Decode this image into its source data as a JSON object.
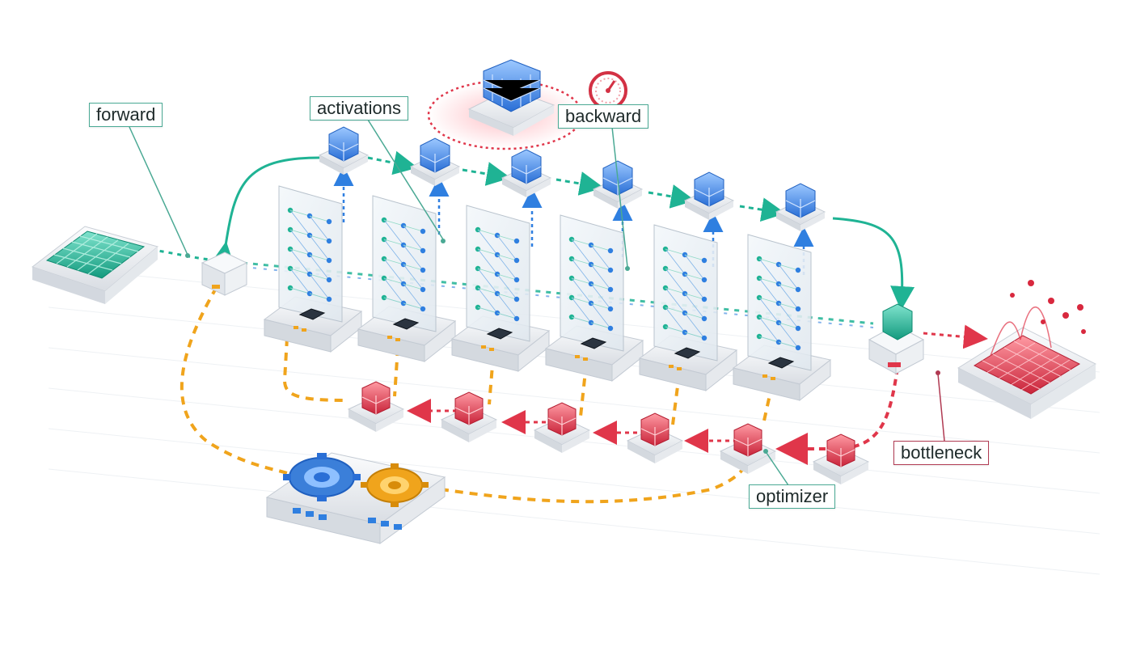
{
  "labels": {
    "forward": "forward",
    "activations": "activations",
    "backward": "backward",
    "bottleneck": "bottleneck",
    "optimizer": "optimizer"
  },
  "colors": {
    "teal": "#1fb394",
    "blue": "#2f7fe0",
    "red": "#e0364a",
    "orange": "#f0a41c",
    "label_border": "#4aa994",
    "label_border_red": "#b03a52",
    "bottleneck_ring": "#e0364a"
  },
  "icons": [
    "input-data-grid-icon",
    "router-node-icon",
    "neural-layer-panel-icon",
    "gpu-chip-icon",
    "activation-cube-icon",
    "gradient-cube-icon",
    "optimizer-gears-icon",
    "output-heatmap-icon",
    "speedometer-gauge-icon"
  ],
  "structure": {
    "layers": 6
  }
}
